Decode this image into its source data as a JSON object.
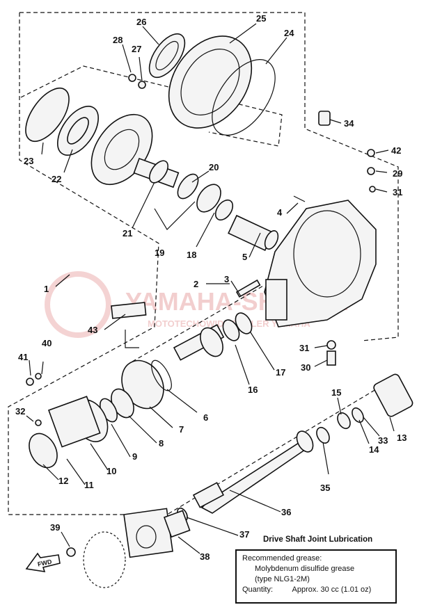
{
  "callouts": [
    {
      "n": "1"
    },
    {
      "n": "2"
    },
    {
      "n": "3"
    },
    {
      "n": "4"
    },
    {
      "n": "5"
    },
    {
      "n": "6"
    },
    {
      "n": "7"
    },
    {
      "n": "8"
    },
    {
      "n": "9"
    },
    {
      "n": "10"
    },
    {
      "n": "11"
    },
    {
      "n": "12"
    },
    {
      "n": "13"
    },
    {
      "n": "14"
    },
    {
      "n": "15"
    },
    {
      "n": "16"
    },
    {
      "n": "17"
    },
    {
      "n": "18"
    },
    {
      "n": "19"
    },
    {
      "n": "20"
    },
    {
      "n": "21"
    },
    {
      "n": "22"
    },
    {
      "n": "23"
    },
    {
      "n": "24"
    },
    {
      "n": "25"
    },
    {
      "n": "26"
    },
    {
      "n": "27"
    },
    {
      "n": "28"
    },
    {
      "n": "29"
    },
    {
      "n": "30"
    },
    {
      "n": "31"
    },
    {
      "n": "31"
    },
    {
      "n": "32"
    },
    {
      "n": "33"
    },
    {
      "n": "34"
    },
    {
      "n": "35"
    },
    {
      "n": "36"
    },
    {
      "n": "37"
    },
    {
      "n": "38"
    },
    {
      "n": "39"
    },
    {
      "n": "40"
    },
    {
      "n": "41"
    },
    {
      "n": "42"
    },
    {
      "n": "43"
    }
  ],
  "fwd_label": "FWD",
  "watermark": {
    "title": "YAMAHA-SHOP.PL",
    "subtitle": "MOTOTECHOWIDZ DEALER YAMAHA"
  },
  "lubrication": {
    "title": "Drive Shaft Joint Lubrication",
    "recommended": "Recommended grease:",
    "grease_name": "Molybdenum disulfide grease",
    "grease_type": "(type NLG1-2M)",
    "quantity_label": "Quantity:",
    "quantity_value": "Approx. 30 cc (1.01 oz)"
  },
  "colors": {
    "line": "#111111",
    "watermark": "#e9a7a7"
  }
}
